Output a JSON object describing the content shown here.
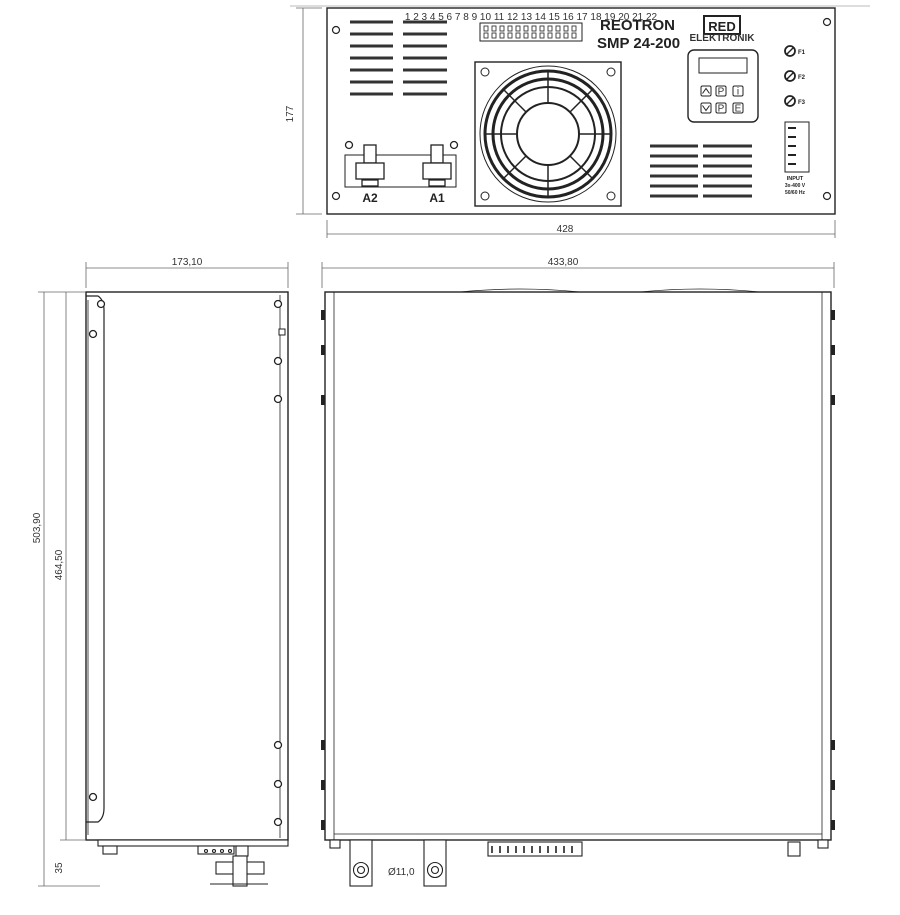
{
  "front_panel": {
    "brand": "REOTRON",
    "model": "SMP 24-200",
    "logo_text": "RED",
    "logo_sub": "ELEKTRONIK",
    "fuses": [
      "F1",
      "F2",
      "F3"
    ],
    "terminals": [
      "A2",
      "A1"
    ],
    "input": {
      "label": "INPUT",
      "voltage": "3x-400 V",
      "frequency": "50/60 Hz"
    },
    "terminal_strip_numbers": "1 2 3 4 5 6 7 8 9 10 11 12 13 14 15 16 17 18 19 20 21 22",
    "keypad": {
      "enter_key": "E",
      "info_key": "i",
      "p_key": "P"
    }
  },
  "dimensions": {
    "front_width": "428",
    "front_height": "177",
    "side_depth": "173,10",
    "top_width": "433,80",
    "total_height": "503,90",
    "body_height": "464,50",
    "foot_height": "35",
    "bolt_diameter": "Ø11,0"
  },
  "colors": {
    "line": "#2a2a2a",
    "dim_line": "#666666",
    "background": "#ffffff"
  }
}
